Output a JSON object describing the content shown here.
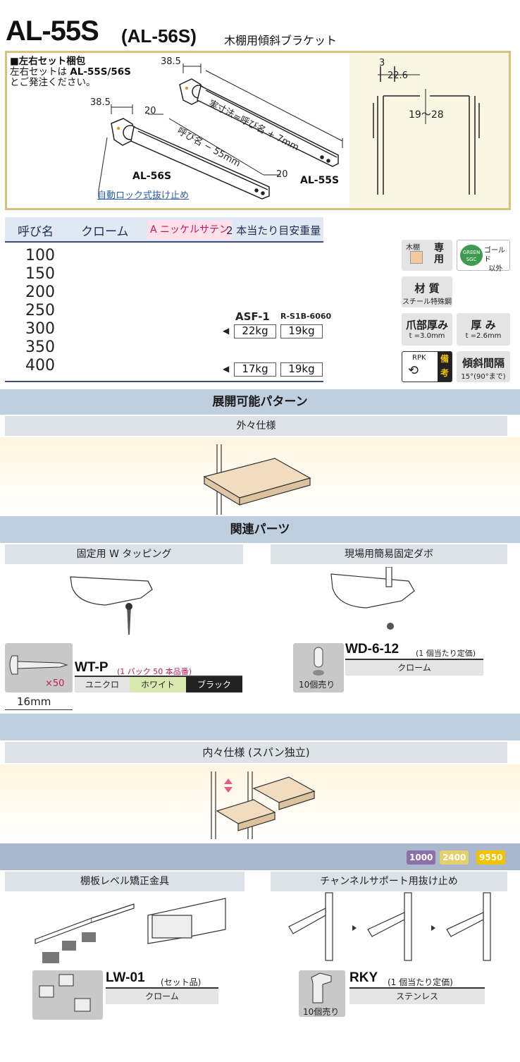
{
  "header": {
    "model": "AL-55S",
    "model_alt": "(AL-56S)",
    "description": "木棚用傾斜ブラケット"
  },
  "diagram": {
    "set_note_title": "■左右セット梱包",
    "set_note_line1": "左右セットは",
    "set_note_models": "AL-55S/56S",
    "set_note_line2": "とご発注ください。",
    "dim_a": "38.5",
    "dim_b": "38.5",
    "dim_c": "20",
    "dim_d": "20",
    "dim_long": "実寸法=呼び名 + 7mm",
    "dim_short": "呼び名 − 55mm",
    "label_al56s": "AL-56S",
    "label_al55s": "AL-55S",
    "lock_link": "自動ロック式抜け止め",
    "right_dim_3": "3",
    "right_dim_226": "22.6",
    "right_dim_range": "19〜28"
  },
  "spec_table": {
    "col_size": "呼び名",
    "col_chrome": "クローム",
    "col_nickel_prefix": "A",
    "col_nickel": "ニッケルサテン",
    "col_load": "2 本当たり目安重量",
    "sizes": [
      "100",
      "150",
      "200",
      "250",
      "300",
      "350",
      "400"
    ],
    "asf_label": "ASF-1",
    "rs_label": "R-S1B-6060",
    "load_300_a": "22kg",
    "load_300_b": "19kg",
    "load_400_a": "17kg",
    "load_400_b": "19kg"
  },
  "badges": {
    "wood_label": "木棚",
    "wood_only_1": "専",
    "wood_only_2": "用",
    "green_1": "ゴールド",
    "green_2": "以外",
    "green_logo_1": "GREEN",
    "green_logo_2": "SGC",
    "material": "材 質",
    "material_sub": "スチール特殊鋼",
    "claw": "爪部厚み",
    "claw_sub": "t =3.0mm",
    "thickness": "厚 み",
    "thickness_sub": "t =2.6mm",
    "rpk": "RPK",
    "rpk_side_1": "備",
    "rpk_side_2": "考",
    "tilt": "傾斜間隔",
    "tilt_sub": "15°(90°まで)"
  },
  "sections": {
    "pattern_title": "展開可能パターン",
    "outer_spec": "外々仕様",
    "parts_title": "関連パーツ",
    "fixing_screw": "固定用 W タッピング",
    "site_dowel": "現場用簡易固定ダボ",
    "inner_spec": "内々仕様 (スパン独立)",
    "shelf_level": "棚板レベル矯正金具",
    "channel_stop": "チャンネルサポート用抜け止め"
  },
  "parts": {
    "wtp_name": "WT-P",
    "wtp_note": "(1 パック 50 本品番)",
    "wtp_finishes": [
      "ユニクロ",
      "ホワイト",
      "ブラック"
    ],
    "wtp_qty": "×50",
    "wtp_len": "16mm",
    "wd_name": "WD-6-12",
    "wd_note": "(1 個当たり定価)",
    "wd_finish": "クローム",
    "wd_sold": "10個売り",
    "lw_name": "LW-01",
    "lw_note": "(セット品)",
    "lw_finish": "クローム",
    "rky_name": "RKY",
    "rky_note": "(1 個当たり定価)",
    "rky_finish": "ステンレス",
    "rky_sold": "10個売り"
  },
  "tags": {
    "t1000": "1000",
    "t2400": "2400",
    "t9550": "9550"
  },
  "colors": {
    "frame": "#d7c37a",
    "navy": "#3a4d79",
    "section": "#bfcfdf",
    "pink": "#c2185b",
    "tag1000": "#8d6fa8",
    "tag2400": "#e5cf6b",
    "tag9550": "#f2c200"
  }
}
